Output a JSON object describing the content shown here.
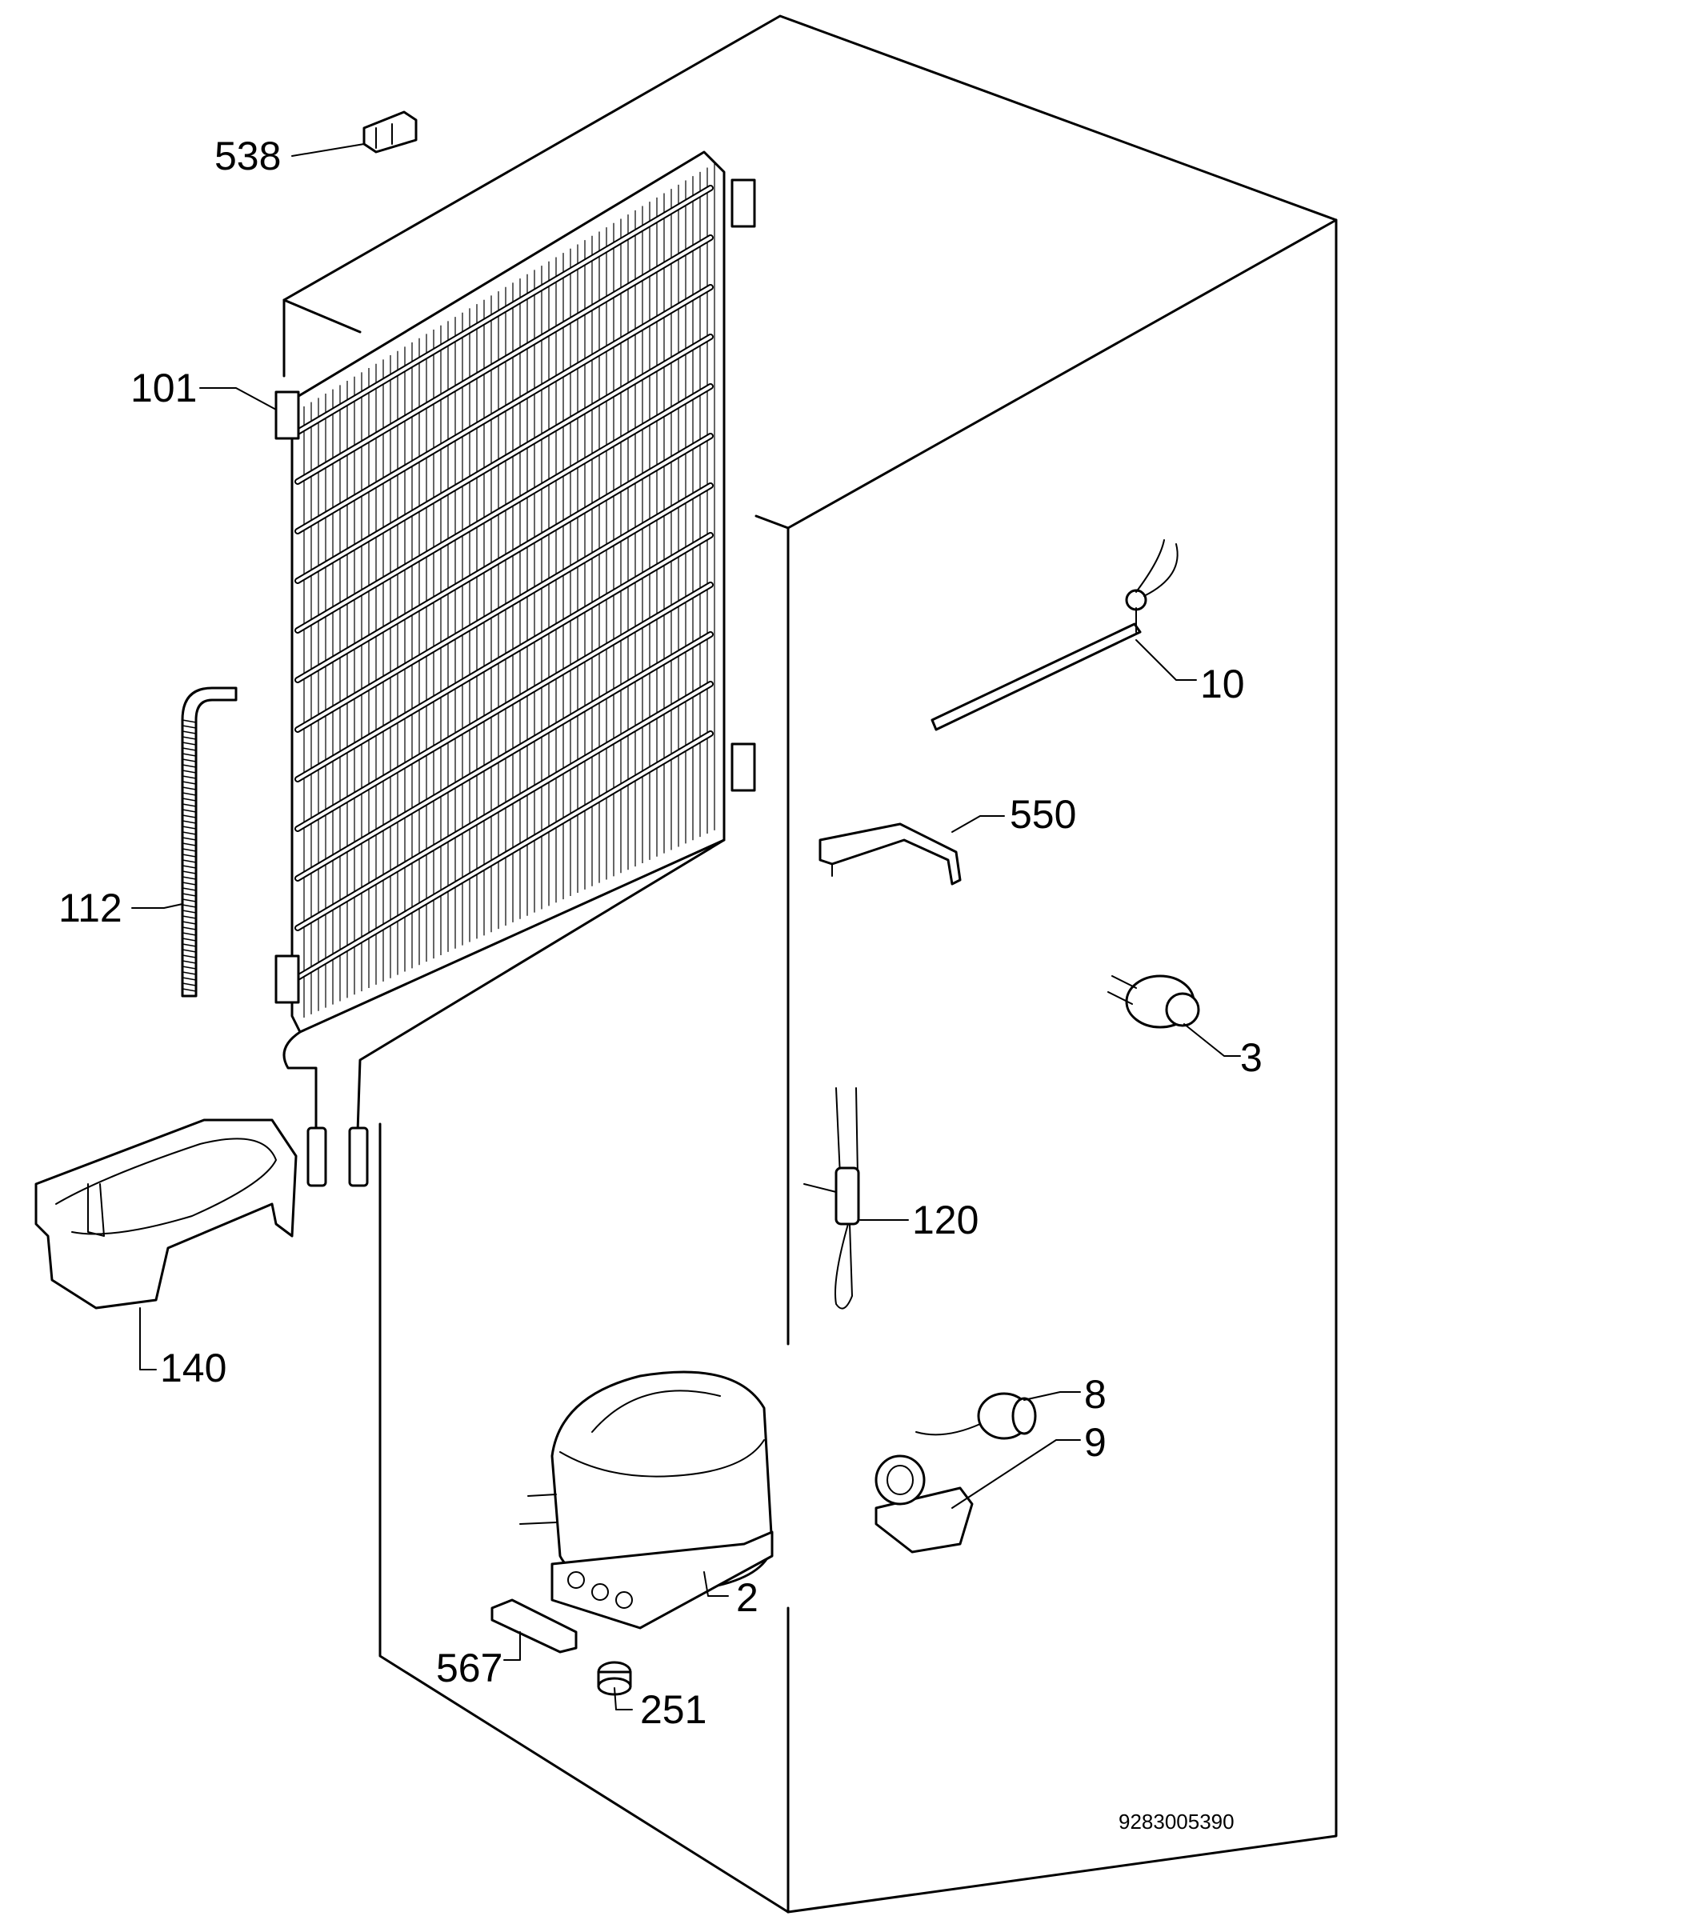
{
  "diagram": {
    "part_labels": {
      "p538": "538",
      "p101": "101",
      "p112": "112",
      "p140": "140",
      "p10": "10",
      "p550": "550",
      "p3": "3",
      "p120": "120",
      "p8": "8",
      "p9": "9",
      "p2": "2",
      "p567": "567",
      "p251": "251"
    },
    "document_number": "9283005390",
    "colors": {
      "line": "#000000",
      "background": "#ffffff"
    }
  }
}
